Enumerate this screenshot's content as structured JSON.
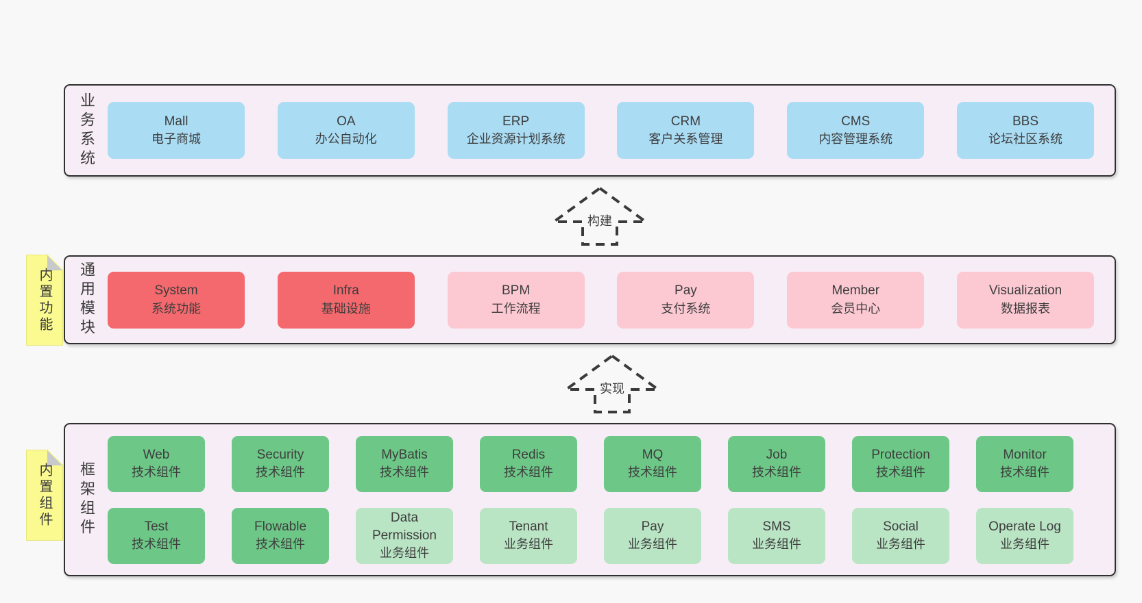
{
  "palette": {
    "page_bg": "#f8f8f8",
    "band_bg": "#f7edf6",
    "band_border": "#2f2f2f",
    "blue": "#aadcf4",
    "red": "#f3696d",
    "pink": "#fcc9d3",
    "green": "#6dc787",
    "green_light": "#bae5c5",
    "note_yellow": "#fbfa90",
    "note_fold": "#c8c9ca",
    "text": "#3d3d3d"
  },
  "arrows": [
    {
      "label": "构建"
    },
    {
      "label": "实现"
    }
  ],
  "notes": [
    {
      "text": "内置功能"
    },
    {
      "text": "内置组件"
    }
  ],
  "bands": [
    {
      "label": "业务系统",
      "boxes": [
        {
          "title": "Mall",
          "subtitle": "电子商城",
          "variant": "blue"
        },
        {
          "title": "OA",
          "subtitle": "办公自动化",
          "variant": "blue"
        },
        {
          "title": "ERP",
          "subtitle": "企业资源计划系统",
          "variant": "blue"
        },
        {
          "title": "CRM",
          "subtitle": "客户关系管理",
          "variant": "blue"
        },
        {
          "title": "CMS",
          "subtitle": "内容管理系统",
          "variant": "blue"
        },
        {
          "title": "BBS",
          "subtitle": "论坛社区系统",
          "variant": "blue"
        }
      ]
    },
    {
      "label": "通用模块",
      "boxes": [
        {
          "title": "System",
          "subtitle": "系统功能",
          "variant": "red"
        },
        {
          "title": "Infra",
          "subtitle": "基础设施",
          "variant": "red"
        },
        {
          "title": "BPM",
          "subtitle": "工作流程",
          "variant": "pink"
        },
        {
          "title": "Pay",
          "subtitle": "支付系统",
          "variant": "pink"
        },
        {
          "title": "Member",
          "subtitle": "会员中心",
          "variant": "pink"
        },
        {
          "title": "Visualization",
          "subtitle": "数据报表",
          "variant": "pink"
        }
      ]
    },
    {
      "label": "框架组件",
      "rows": [
        [
          {
            "title": "Web",
            "subtitle": "技术组件",
            "variant": "green"
          },
          {
            "title": "Security",
            "subtitle": "技术组件",
            "variant": "green"
          },
          {
            "title": "MyBatis",
            "subtitle": "技术组件",
            "variant": "green"
          },
          {
            "title": "Redis",
            "subtitle": "技术组件",
            "variant": "green"
          },
          {
            "title": "MQ",
            "subtitle": "技术组件",
            "variant": "green"
          },
          {
            "title": "Job",
            "subtitle": "技术组件",
            "variant": "green"
          },
          {
            "title": "Protection",
            "subtitle": "技术组件",
            "variant": "green"
          },
          {
            "title": "Monitor",
            "subtitle": "技术组件",
            "variant": "green"
          }
        ],
        [
          {
            "title": "Test",
            "subtitle": "技术组件",
            "variant": "green"
          },
          {
            "title": "Flowable",
            "subtitle": "技术组件",
            "variant": "green"
          },
          {
            "title": "Data Permission",
            "subtitle": "业务组件",
            "variant": "green-light"
          },
          {
            "title": "Tenant",
            "subtitle": "业务组件",
            "variant": "green-light"
          },
          {
            "title": "Pay",
            "subtitle": "业务组件",
            "variant": "green-light"
          },
          {
            "title": "SMS",
            "subtitle": "业务组件",
            "variant": "green-light"
          },
          {
            "title": "Social",
            "subtitle": "业务组件",
            "variant": "green-light"
          },
          {
            "title": "Operate Log",
            "subtitle": "业务组件",
            "variant": "green-light"
          }
        ]
      ]
    }
  ]
}
